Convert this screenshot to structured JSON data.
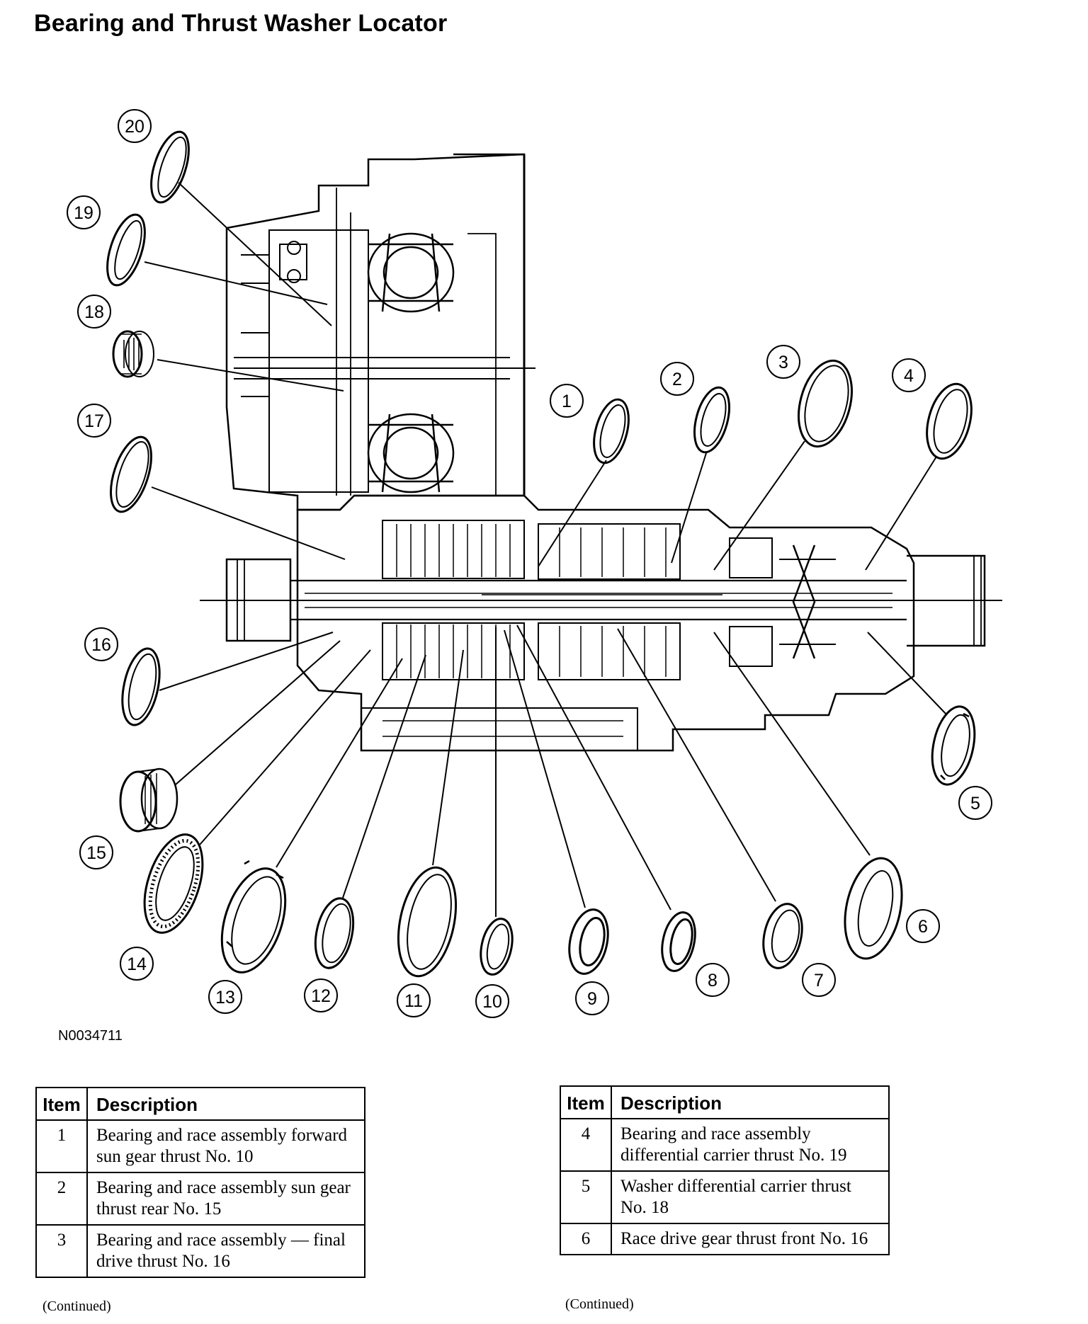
{
  "page": {
    "title": "Bearing and Thrust Washer Locator",
    "figure_id": "N0034711"
  },
  "diagram": {
    "callouts": [
      "1",
      "2",
      "3",
      "4",
      "5",
      "6",
      "7",
      "8",
      "9",
      "10",
      "11",
      "12",
      "13",
      "14",
      "15",
      "16",
      "17",
      "18",
      "19",
      "20"
    ]
  },
  "tables": [
    {
      "headers": {
        "item": "Item",
        "description": "Description"
      },
      "rows": [
        {
          "item": "1",
          "description": "Bearing and race assembly forward sun gear thrust No. 10"
        },
        {
          "item": "2",
          "description": "Bearing and race assembly sun gear thrust rear No. 15"
        },
        {
          "item": "3",
          "description": "Bearing and race assembly — final drive thrust No. 16"
        }
      ],
      "continued": "(Continued)"
    },
    {
      "headers": {
        "item": "Item",
        "description": "Description"
      },
      "rows": [
        {
          "item": "4",
          "description": "Bearing and race assembly differential carrier thrust No. 19"
        },
        {
          "item": "5",
          "description": "Washer differential carrier thrust No. 18"
        },
        {
          "item": "6",
          "description": "Race drive gear thrust front No. 16"
        }
      ],
      "continued": "(Continued)"
    }
  ]
}
